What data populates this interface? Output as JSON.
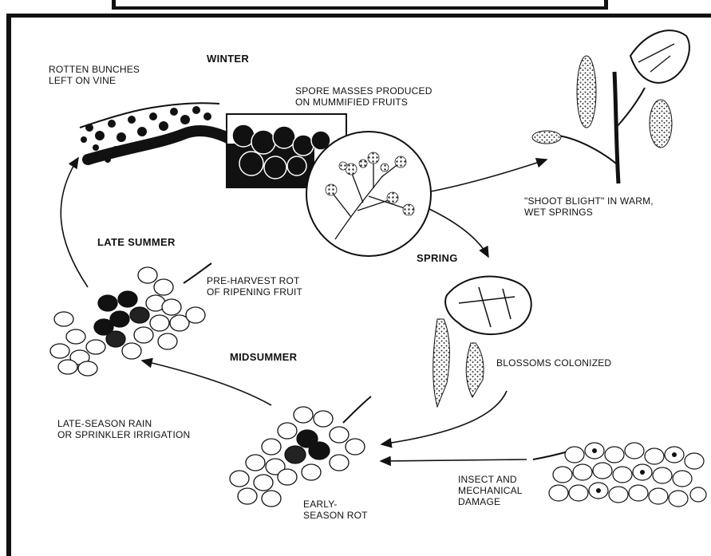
{
  "seasons": {
    "winter": "WINTER",
    "spring": "SPRING",
    "midsummer": "MIDSUMMER",
    "late_summer": "LATE SUMMER"
  },
  "labels": {
    "rotten_bunches": "ROTTEN BUNCHES\nLEFT ON VINE",
    "spore_masses": "SPORE MASSES PRODUCED\nON MUMMIFIED FRUITS",
    "shoot_blight": "\"SHOOT BLIGHT\" IN WARM,\nWET SPRINGS",
    "blossoms": "BLOSSOMS COLONIZED",
    "pre_harvest": "PRE-HARVEST ROT\nOF RIPENING FRUIT",
    "late_rain": "LATE-SEASON RAIN\nOR SPRINKLER IRRIGATION",
    "early_rot": "EARLY-\nSEASON ROT",
    "insect": "INSECT AND\nMECHANICAL\nDAMAGE"
  }
}
